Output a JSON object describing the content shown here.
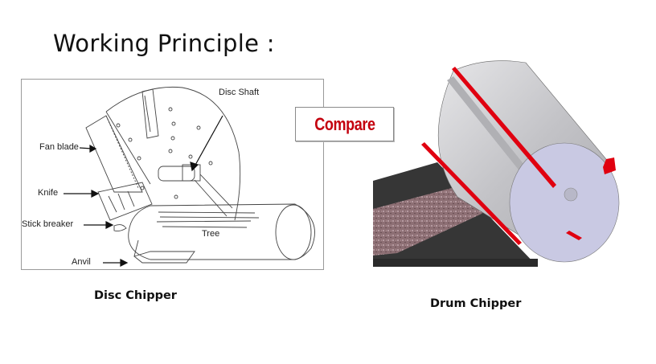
{
  "title": "Working Principle :",
  "compare_label": "Compare",
  "disc_chipper": {
    "caption": "Disc Chipper",
    "labels": {
      "disc_shaft": "Disc Shaft",
      "fan_blade": "Fan blade",
      "knife": "Knife",
      "stick_breaker": "Stick breaker",
      "tree": "Tree",
      "anvil": "Anvil"
    }
  },
  "drum_chipper": {
    "caption": "Drum Chipper"
  },
  "colors": {
    "accent_red": "#c4000e",
    "drum_gray": "#c8c8cc",
    "drum_face": "#c9c9e3",
    "belt_dark": "#333333",
    "log_brown": "#8a6a70"
  }
}
